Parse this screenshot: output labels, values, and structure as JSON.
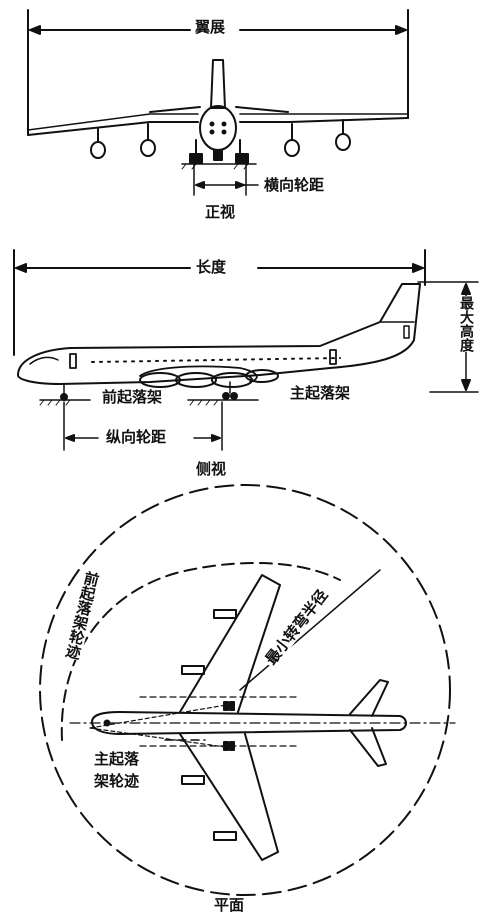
{
  "front_view": {
    "wingspan_label": "翼展",
    "track_label": "横向轮距",
    "caption": "正视"
  },
  "side_view": {
    "length_label": "长度",
    "max_height_label": "最大高度",
    "nose_gear_label": "前起落架",
    "main_gear_label": "主起落架",
    "wheelbase_label": "纵向轮距",
    "caption": "侧视"
  },
  "plan_view": {
    "nose_gear_track_label": "前起落架轮迹",
    "min_turn_radius_label": "最小转弯半径",
    "main_gear_track_label_line1": "主起落",
    "main_gear_track_label_line2": "架轮迹",
    "caption": "平面"
  }
}
